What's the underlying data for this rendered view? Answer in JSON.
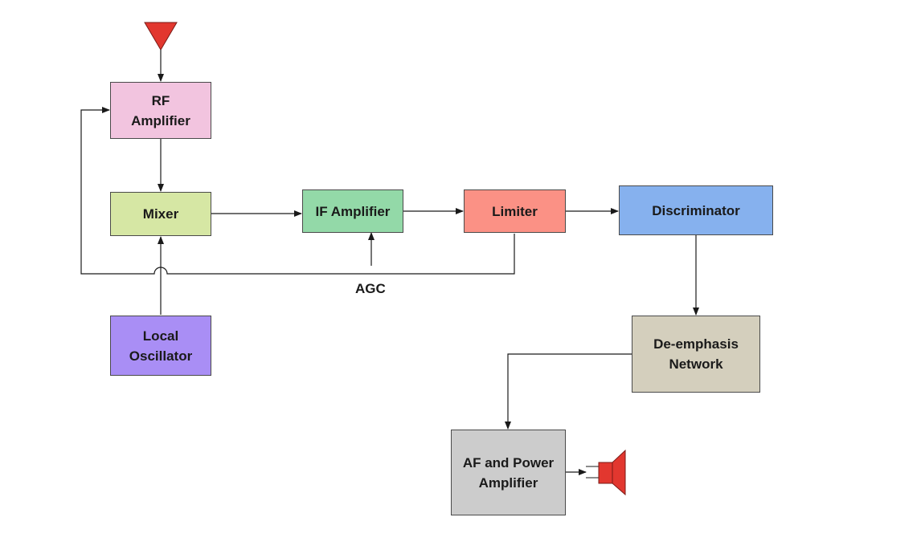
{
  "blocks": {
    "rf_amplifier": {
      "lines": [
        "RF",
        "Amplifier"
      ],
      "color": "#f2c4df"
    },
    "mixer": {
      "lines": [
        "Mixer"
      ],
      "color": "#d6e7a4"
    },
    "if_amplifier": {
      "lines": [
        "IF Amplifier"
      ],
      "color": "#93d9a8"
    },
    "limiter": {
      "lines": [
        "Limiter"
      ],
      "color": "#fb9185"
    },
    "discriminator": {
      "lines": [
        "Discriminator"
      ],
      "color": "#86b1ee"
    },
    "deemphasis": {
      "lines": [
        "De-emphasis",
        "Network"
      ],
      "color": "#d4cfbd"
    },
    "local_oscillator": {
      "lines": [
        "Local",
        "Oscillator"
      ],
      "color": "#a98ef5"
    },
    "af_power_amplifier": {
      "lines": [
        "AF and Power",
        "Amplifier"
      ],
      "color": "#cccccc"
    }
  },
  "labels": {
    "agc": "AGC"
  },
  "colors": {
    "antenna": "#e2372f",
    "speaker": "#e2372f",
    "line": "#1a1a1a"
  }
}
